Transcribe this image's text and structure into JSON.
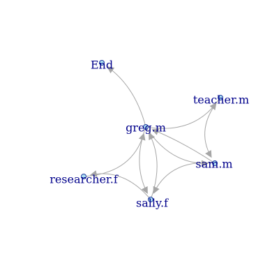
{
  "graph": {
    "colors": {
      "edge": "#a6a6a6",
      "arrow": "#a6a6a6",
      "node_fill": "#ade1f2",
      "node_stroke": "#1f3a9e",
      "label": "#00008b",
      "background": "#ffffff"
    },
    "nodes": [
      {
        "id": "end",
        "label": "End"
      },
      {
        "id": "teacher-m",
        "label": "teacher.m"
      },
      {
        "id": "greg-m",
        "label": "greg.m"
      },
      {
        "id": "sam-m",
        "label": "sam.m"
      },
      {
        "id": "researcher-f",
        "label": "researcher.f"
      },
      {
        "id": "sally-f",
        "label": "sally.f"
      }
    ],
    "edges": [
      {
        "from": "greg-m",
        "to": "end"
      },
      {
        "from": "greg-m",
        "to": "teacher-m"
      },
      {
        "from": "teacher-m",
        "to": "sam-m"
      },
      {
        "from": "greg-m",
        "to": "sam-m"
      },
      {
        "from": "sam-m",
        "to": "greg-m"
      },
      {
        "from": "greg-m",
        "to": "sally-f"
      },
      {
        "from": "sally-f",
        "to": "greg-m"
      },
      {
        "from": "sam-m",
        "to": "sally-f"
      },
      {
        "from": "sally-f",
        "to": "researcher-f"
      },
      {
        "from": "researcher-f",
        "to": "greg-m"
      }
    ]
  }
}
